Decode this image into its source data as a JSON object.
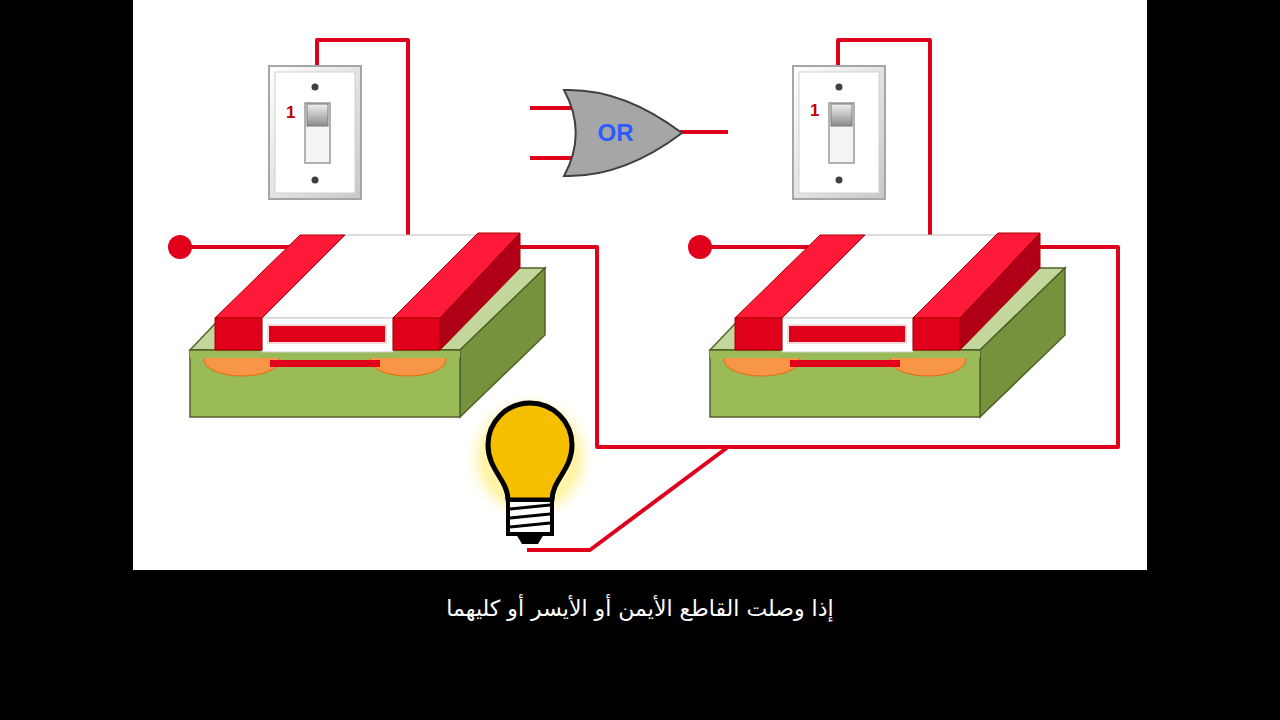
{
  "diagram": {
    "caption": "إذا وصلت القاطع الأيمن أو الأيسر أو كليهما",
    "nodes": [
      {
        "text": [
          "1"
        ]
      },
      {
        "text": [
          "OR"
        ]
      },
      {
        "text": [
          "1"
        ]
      }
    ]
  }
}
